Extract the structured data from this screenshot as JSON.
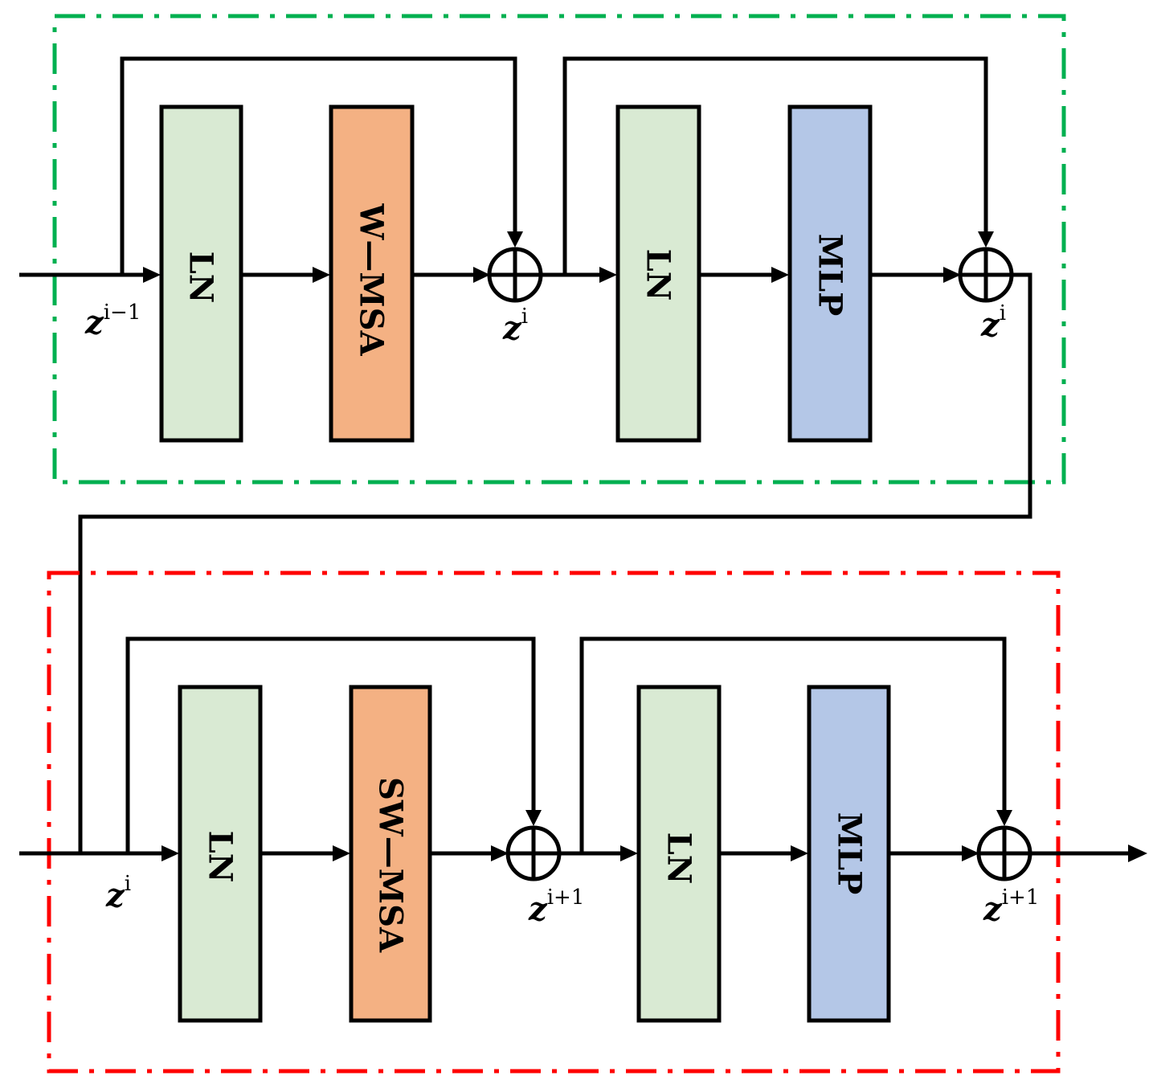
{
  "colors": {
    "ln": "#d9ead3",
    "msa": "#f4b183",
    "mlp": "#b4c7e7",
    "top_border": "#00b050",
    "bottom_border": "#ff0000",
    "line": "#000000"
  },
  "top_block": {
    "ln1_label": "LN",
    "msa_label": "W—MSA",
    "ln2_label": "LN",
    "mlp_label": "MLP",
    "input_var": "z",
    "input_sup": "i−1",
    "mid_var": "z",
    "mid_sup": "i",
    "out_var": "z",
    "out_sup": "i"
  },
  "bottom_block": {
    "ln1_label": "LN",
    "msa_label": "SW—MSA",
    "ln2_label": "LN",
    "mlp_label": "MLP",
    "input_var": "z",
    "input_sup": "i",
    "mid_var": "z",
    "mid_sup": "i+1",
    "out_var": "z",
    "out_sup": "i+1"
  }
}
